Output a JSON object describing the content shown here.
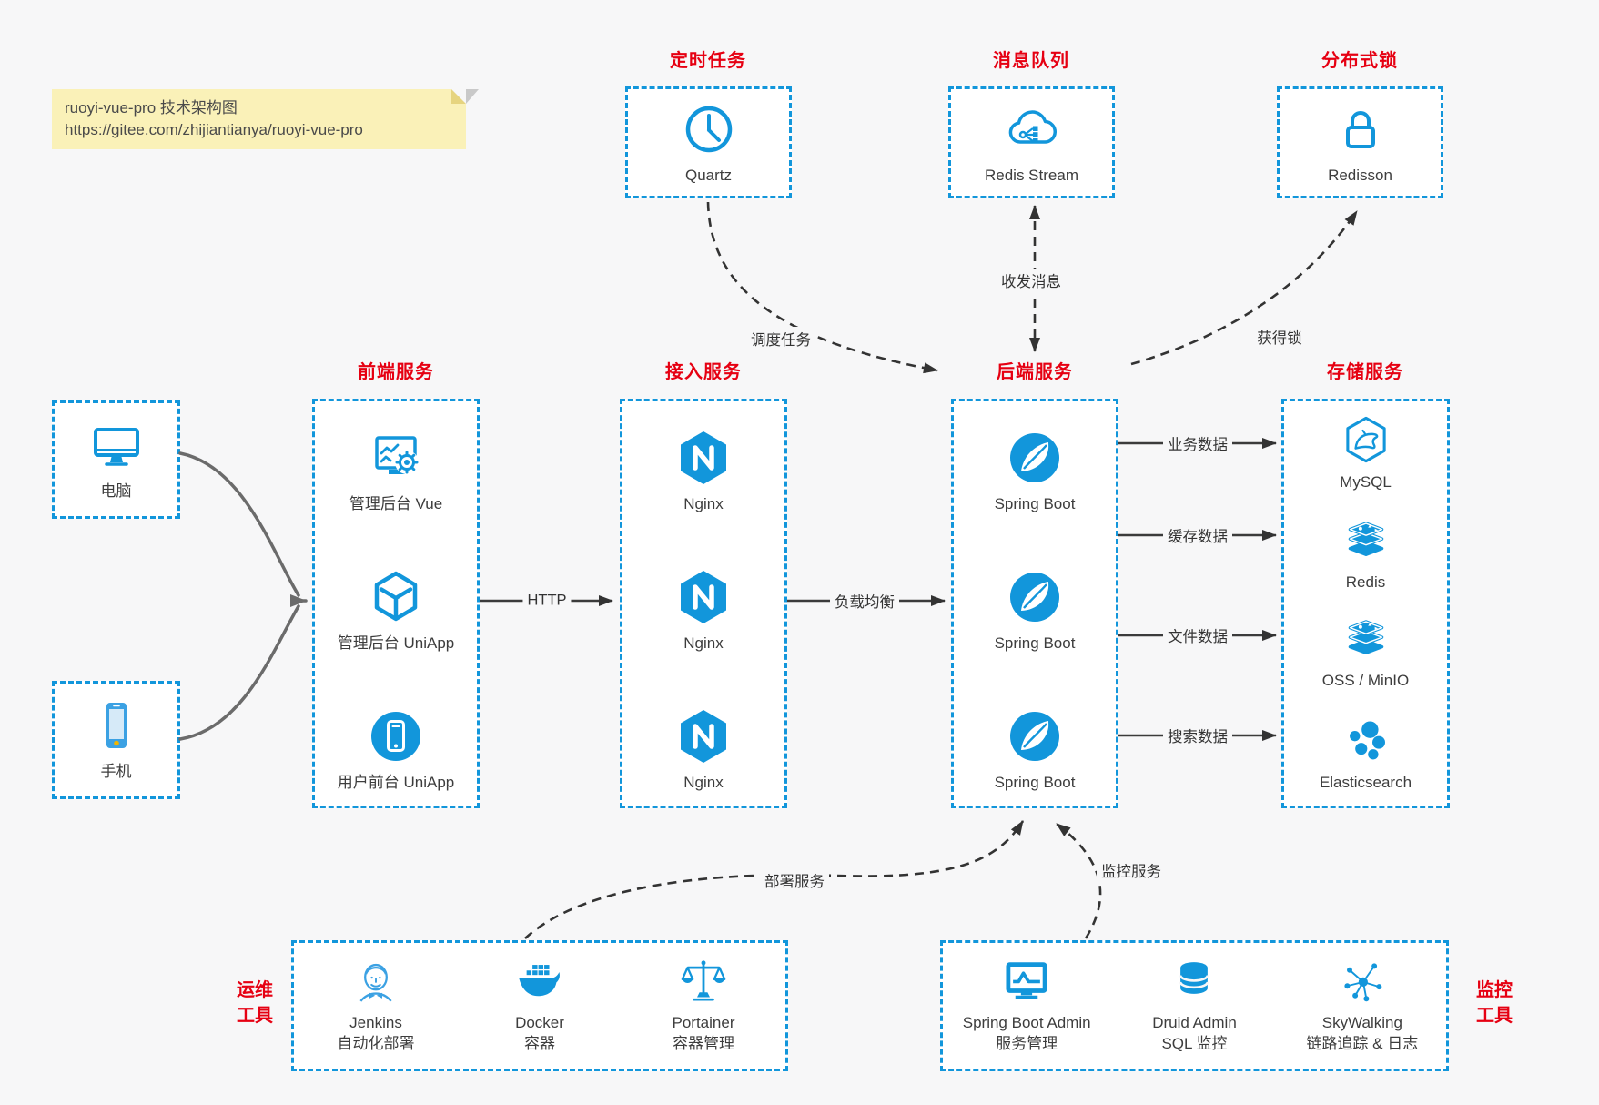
{
  "note": {
    "line1": "ruoyi-vue-pro 技术架构图",
    "line2": "https://gitee.com/zhijiantianya/ruoyi-vue-pro"
  },
  "colors": {
    "accent": "#1296db",
    "title_red": "#e60012",
    "page_bg": "#f7f7f8",
    "arrow": "#333333",
    "client_arrow": "#6b6b6b"
  },
  "top_services": [
    {
      "title": "定时任务",
      "item": "Quartz",
      "icon": "clock-icon"
    },
    {
      "title": "消息队列",
      "item": "Redis Stream",
      "icon": "cloud-stream-icon"
    },
    {
      "title": "分布式锁",
      "item": "Redisson",
      "icon": "lock-icon"
    }
  ],
  "clients": [
    {
      "label": "电脑",
      "icon": "computer-icon"
    },
    {
      "label": "手机",
      "icon": "phone-icon"
    }
  ],
  "frontend": {
    "title": "前端服务",
    "items": [
      {
        "label": "管理后台 Vue"
      },
      {
        "label": "管理后台 UniApp"
      },
      {
        "label": "用户前台 UniApp"
      }
    ]
  },
  "gateway": {
    "title": "接入服务",
    "items": [
      {
        "label": "Nginx"
      },
      {
        "label": "Nginx"
      },
      {
        "label": "Nginx"
      }
    ]
  },
  "backend": {
    "title": "后端服务",
    "items": [
      {
        "label": "Spring Boot"
      },
      {
        "label": "Spring Boot"
      },
      {
        "label": "Spring Boot"
      }
    ]
  },
  "storage": {
    "title": "存储服务",
    "items": [
      {
        "label": "MySQL"
      },
      {
        "label": "Redis"
      },
      {
        "label": "OSS / MinIO"
      },
      {
        "label": "Elasticsearch"
      }
    ]
  },
  "edges": {
    "http": "HTTP",
    "load_balance": "负载均衡",
    "schedule": "调度任务",
    "message": "收发消息",
    "lock": "获得锁",
    "business_data": "业务数据",
    "cache_data": "缓存数据",
    "file_data": "文件数据",
    "search_data": "搜索数据",
    "deploy": "部署服务",
    "monitor": "监控服务"
  },
  "ops": {
    "label_line1": "运维",
    "label_line2": "工具",
    "items": [
      {
        "name": "Jenkins",
        "desc": "自动化部署"
      },
      {
        "name": "Docker",
        "desc": "容器"
      },
      {
        "name": "Portainer",
        "desc": "容器管理"
      }
    ]
  },
  "monitoring": {
    "label_line1": "监控",
    "label_line2": "工具",
    "items": [
      {
        "name": "Spring Boot Admin",
        "desc": "服务管理"
      },
      {
        "name": "Druid Admin",
        "desc": "SQL 监控"
      },
      {
        "name": "SkyWalking",
        "desc": "链路追踪 & 日志"
      }
    ]
  }
}
